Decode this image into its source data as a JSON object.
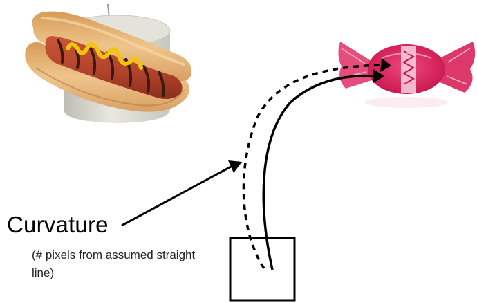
{
  "label": {
    "title": "Curvature",
    "note": "(# pixels from assumed straight line)"
  },
  "colors": {
    "line": "#000000",
    "hotdog_bun": "#e7b87a",
    "hotdog_bun_shadow": "#c88d49",
    "sausage": "#b5462e",
    "grill_marks": "#3b1a12",
    "mustard": "#f2c40c",
    "candle": "#dadad2",
    "candy_wrapper": "#e3235e",
    "candy_pattern": "#f7d3df"
  },
  "icons": {
    "hotdog": "hotdog-on-candle-illustration",
    "candy": "wrapped-candy-illustration"
  }
}
